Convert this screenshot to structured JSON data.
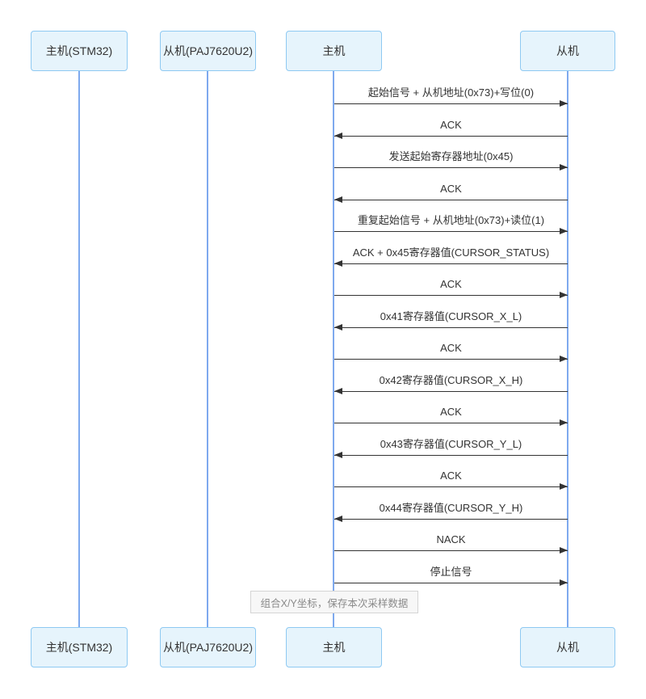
{
  "diagram": {
    "type": "sequence-diagram",
    "actors": [
      {
        "id": "host-stm32",
        "label": "主机(STM32)"
      },
      {
        "id": "slave-paj7620u2",
        "label": "从机(PAJ7620U2)"
      },
      {
        "id": "host",
        "label": "主机"
      },
      {
        "id": "slave",
        "label": "从机"
      }
    ],
    "messages": [
      {
        "from": "host",
        "to": "slave",
        "direction": "right",
        "label": "起始信号 + 从机地址(0x73)+写位(0)"
      },
      {
        "from": "slave",
        "to": "host",
        "direction": "left",
        "label": "ACK"
      },
      {
        "from": "host",
        "to": "slave",
        "direction": "right",
        "label": "发送起始寄存器地址(0x45)"
      },
      {
        "from": "slave",
        "to": "host",
        "direction": "left",
        "label": "ACK"
      },
      {
        "from": "host",
        "to": "slave",
        "direction": "right",
        "label": "重复起始信号 + 从机地址(0x73)+读位(1)"
      },
      {
        "from": "slave",
        "to": "host",
        "direction": "left",
        "label": "ACK + 0x45寄存器值(CURSOR_STATUS)"
      },
      {
        "from": "host",
        "to": "slave",
        "direction": "right",
        "label": "ACK"
      },
      {
        "from": "slave",
        "to": "host",
        "direction": "left",
        "label": "0x41寄存器值(CURSOR_X_L)"
      },
      {
        "from": "host",
        "to": "slave",
        "direction": "right",
        "label": "ACK"
      },
      {
        "from": "slave",
        "to": "host",
        "direction": "left",
        "label": "0x42寄存器值(CURSOR_X_H)"
      },
      {
        "from": "host",
        "to": "slave",
        "direction": "right",
        "label": "ACK"
      },
      {
        "from": "slave",
        "to": "host",
        "direction": "left",
        "label": "0x43寄存器值(CURSOR_Y_L)"
      },
      {
        "from": "host",
        "to": "slave",
        "direction": "right",
        "label": "ACK"
      },
      {
        "from": "slave",
        "to": "host",
        "direction": "left",
        "label": "0x44寄存器值(CURSOR_Y_H)"
      },
      {
        "from": "host",
        "to": "slave",
        "direction": "right",
        "label": "NACK"
      },
      {
        "from": "host",
        "to": "slave",
        "direction": "right",
        "label": "停止信号"
      }
    ],
    "note": {
      "target": "host",
      "text": "组合X/Y坐标，保存本次采样数据"
    },
    "colors": {
      "actor_fill": "#e6f4fc",
      "actor_border": "#8ec9f2",
      "lifeline": "#7ea9ee",
      "message_line": "#333333",
      "message_text": "#333333",
      "note_fill": "#f7f7f7",
      "note_border": "#d4d4d4",
      "note_text": "#8a8a8a"
    }
  }
}
